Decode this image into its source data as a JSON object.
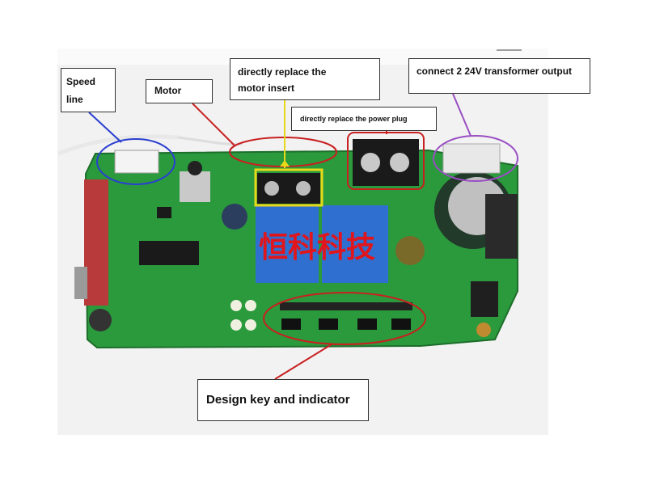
{
  "labels": {
    "speed_line": [
      "Speed",
      "line"
    ],
    "motor": "Motor",
    "replace_motor": [
      "directly replace the",
      "motor insert"
    ],
    "transformer": "connect 2 24V transformer output",
    "power_plug": "directly replace the power plug",
    "design_key": "Design key and indicator"
  },
  "board_overlay_text": "恒科科技",
  "colors": {
    "board_green": "#2a9a3c",
    "speed_circle": "#2a3fd0",
    "annotation_red": "#c82020",
    "motor_insert_yellow": "#e8d81a",
    "transformer_circle": "#9a4fc4",
    "overlay_text": "#e0161c"
  }
}
